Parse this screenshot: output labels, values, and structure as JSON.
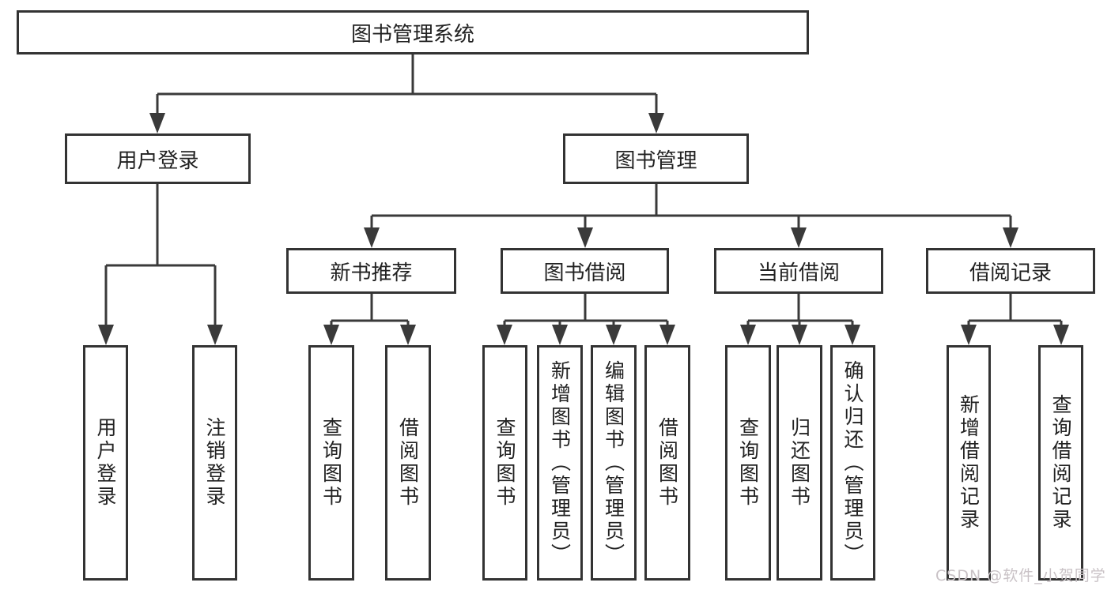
{
  "colors": {
    "line": "#3a3a3a",
    "box_border": "#333333",
    "text": "#222222",
    "watermark": "#c9c2c6",
    "background": "#ffffff"
  },
  "diagram": {
    "root": {
      "label": "图书管理系统"
    },
    "level2": [
      {
        "label": "用户登录"
      },
      {
        "label": "图书管理"
      }
    ],
    "level3": [
      {
        "label": "新书推荐",
        "parent": "图书管理"
      },
      {
        "label": "图书借阅",
        "parent": "图书管理"
      },
      {
        "label": "当前借阅",
        "parent": "图书管理"
      },
      {
        "label": "借阅记录",
        "parent": "图书管理"
      }
    ],
    "leaves": [
      {
        "label": "用户登录",
        "parent": "用户登录"
      },
      {
        "label": "注销登录",
        "parent": "用户登录"
      },
      {
        "label": "查询图书",
        "parent": "新书推荐"
      },
      {
        "label": "借阅图书",
        "parent": "新书推荐"
      },
      {
        "label": "查询图书",
        "parent": "图书借阅"
      },
      {
        "label": "新增图书（管理员）",
        "parent": "图书借阅"
      },
      {
        "label": "编辑图书（管理员）",
        "parent": "图书借阅"
      },
      {
        "label": "借阅图书",
        "parent": "图书借阅"
      },
      {
        "label": "查询图书",
        "parent": "当前借阅"
      },
      {
        "label": "归还图书",
        "parent": "当前借阅"
      },
      {
        "label": "确认归还（管理员）",
        "parent": "当前借阅"
      },
      {
        "label": "新增借阅记录",
        "parent": "借阅记录"
      },
      {
        "label": "查询借阅记录",
        "parent": "借阅记录"
      }
    ]
  },
  "watermark": {
    "text": "CSDN @软件_小贺同学"
  }
}
